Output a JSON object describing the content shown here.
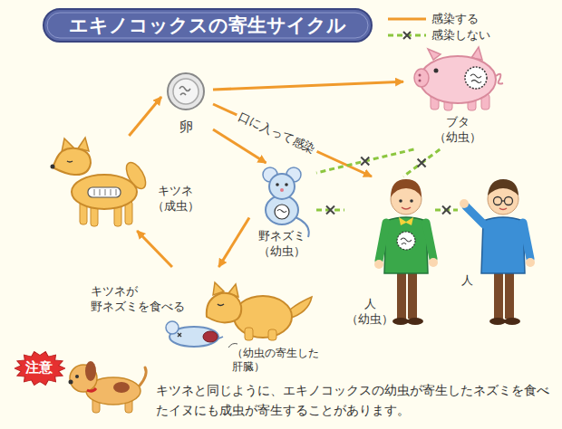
{
  "diagram": {
    "title": "エキノコックスの寄生サイクル",
    "nodes": [
      {
        "text": [
          "卵"
        ]
      },
      {
        "text": [
          "ブタ （幼虫）"
        ]
      },
      {
        "text": [
          "キツネ （成虫）"
        ]
      },
      {
        "text": [
          "野ネズミ （幼虫）"
        ]
      },
      {
        "text": [
          "人 （幼虫）"
        ]
      },
      {
        "text": [
          "人"
        ]
      },
      {
        "text": [
          "キツネが 野ネズミを食べる",
          "（幼虫の寄生した 肝臓）"
        ]
      },
      {
        "text": [
          "注意"
        ]
      }
    ],
    "edges": [
      {
        "from": 2,
        "to": 0,
        "arrow": "to"
      },
      {
        "from": 0,
        "to": 1,
        "arrow": "to"
      },
      {
        "from": 0,
        "to": 4,
        "label": "口に入って感染",
        "arrow": "to"
      },
      {
        "from": 0,
        "to": 3,
        "arrow": "to"
      },
      {
        "from": 3,
        "to": 6,
        "arrow": "to"
      },
      {
        "from": 6,
        "to": 2,
        "arrow": "to"
      },
      {
        "from": 1,
        "to": 3,
        "arrow": "none"
      },
      {
        "from": 1,
        "to": 4,
        "arrow": "none"
      },
      {
        "from": 3,
        "to": 4,
        "arrow": "none"
      },
      {
        "from": 4,
        "to": 5,
        "arrow": "none"
      }
    ],
    "labels": [
      "キツネと同じように、エキノコックスの幼虫が寄生したネズミを食べたイヌにも成虫が寄生することがあります。"
    ],
    "legend": [
      {
        "text": "感染する"
      },
      {
        "text": "感染しない"
      }
    ]
  }
}
